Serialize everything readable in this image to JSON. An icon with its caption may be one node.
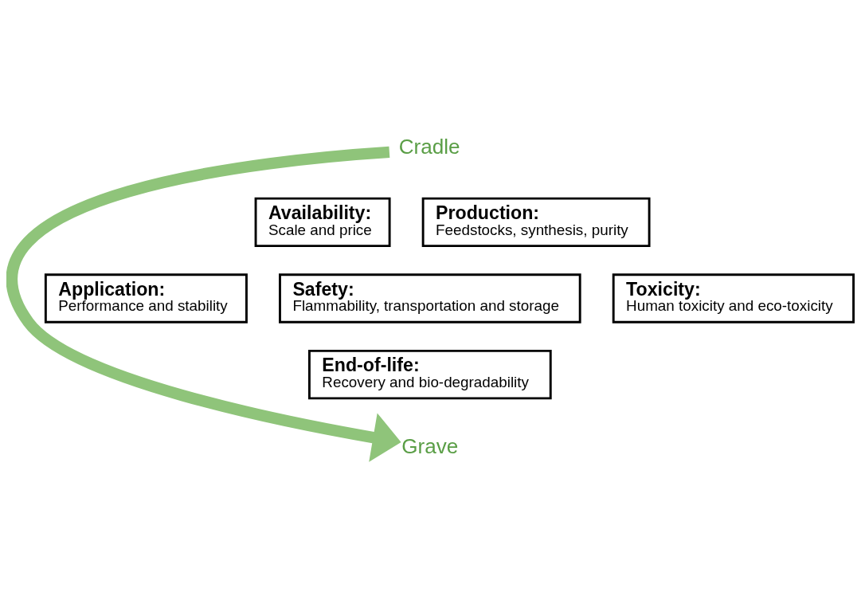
{
  "diagram": {
    "nodes": [
      {
        "text": [
          "Cradle"
        ]
      },
      {
        "text": [
          "Production:",
          "Feedstocks, synthesis, purity"
        ]
      },
      {
        "text": [
          "Availability:",
          "Scale and price"
        ]
      },
      {
        "text": [
          "Application:",
          "Performance and stability"
        ]
      },
      {
        "text": [
          "Safety:",
          "Flammability, transportation and storage"
        ]
      },
      {
        "text": [
          "Toxicity:",
          "Human toxicity and eco-toxicity"
        ]
      },
      {
        "text": [
          "End-of-life:",
          "Recovery and bio-degradability"
        ]
      },
      {
        "text": [
          "Grave"
        ]
      }
    ],
    "edges": [
      {
        "from": 0,
        "to": 7,
        "arrow": "to",
        "color": "#8fc47a"
      }
    ]
  }
}
